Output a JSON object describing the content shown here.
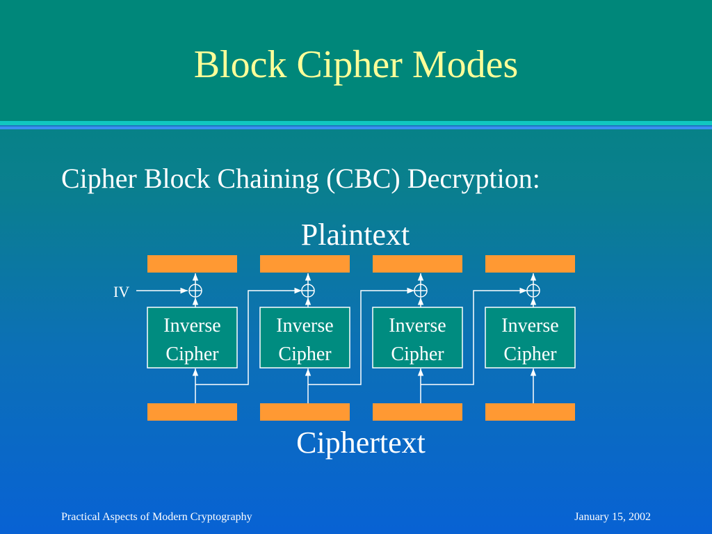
{
  "slide": {
    "title": "Block Cipher Modes",
    "heading": "Cipher Block Chaining (CBC) Decryption:"
  },
  "diagram": {
    "plaintext_label": "Plaintext",
    "ciphertext_label": "Ciphertext",
    "iv_label": "IV",
    "blocks": [
      {
        "line1": "Inverse",
        "line2": "Cipher"
      },
      {
        "line1": "Inverse",
        "line2": "Cipher"
      },
      {
        "line1": "Inverse",
        "line2": "Cipher"
      },
      {
        "line1": "Inverse",
        "line2": "Cipher"
      }
    ],
    "colors": {
      "data_block": "#ff9933",
      "cipher_box": "#008c80",
      "line": "#ffffff"
    }
  },
  "footer": {
    "left": "Practical Aspects of Modern Cryptography",
    "right": "January 15, 2002"
  }
}
